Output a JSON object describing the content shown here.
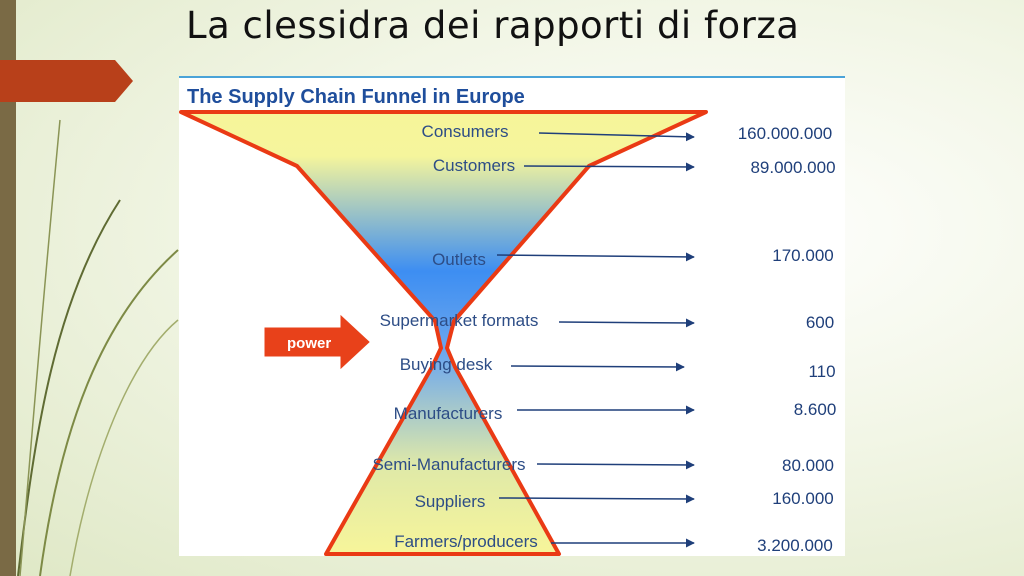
{
  "slide": {
    "title": "La clessidra dei rapporti di forza"
  },
  "panel": {
    "title": "The Supply Chain Funnel in Europe",
    "power_label": "power",
    "levels": [
      {
        "label": "Consumers",
        "value": "160.000.000"
      },
      {
        "label": "Customers",
        "value": "89.000.000"
      },
      {
        "label": "Outlets",
        "value": "170.000"
      },
      {
        "label": "Supermarket formats",
        "value": "600"
      },
      {
        "label": "Buying desk",
        "value": "110"
      },
      {
        "label": "Manufacturers",
        "value": "8.600"
      },
      {
        "label": "Semi-Manufacturers",
        "value": "80.000"
      },
      {
        "label": "Suppliers",
        "value": "160.000"
      },
      {
        "label": "Farmers/producers",
        "value": "3.200.000"
      }
    ]
  },
  "colors": {
    "funnel_outline": "#ea3a14",
    "funnel_top": "#f7f59a",
    "funnel_middle": "#3d8ef2",
    "title_blue": "#1f4e9c",
    "left_tab": "#b8401a"
  }
}
